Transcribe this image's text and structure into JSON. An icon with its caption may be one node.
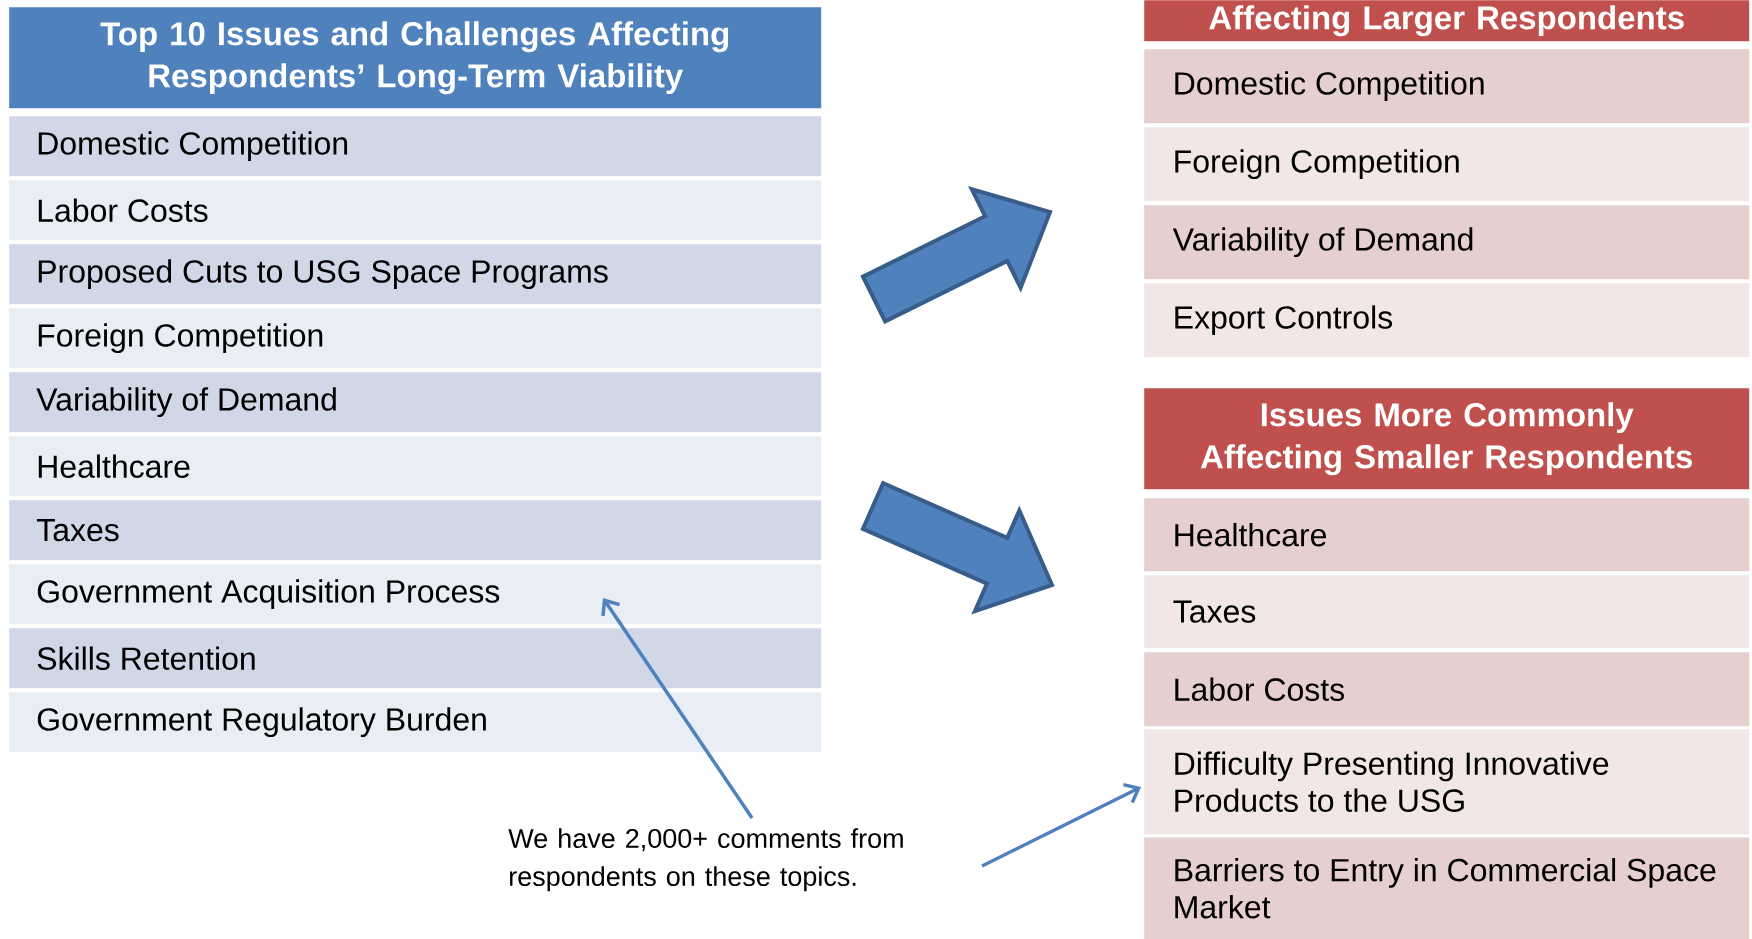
{
  "diagram": {
    "nodes": [
      {
        "text": [
          "Top 10 Issues and Challenges Affecting Respondents’ Long-Term Viability"
        ]
      },
      {
        "text": [
          "Domestic Competition"
        ]
      },
      {
        "text": [
          "Labor Costs"
        ]
      },
      {
        "text": [
          "Proposed Cuts to USG Space Programs"
        ]
      },
      {
        "text": [
          "Foreign Competition"
        ]
      },
      {
        "text": [
          "Variability of Demand"
        ]
      },
      {
        "text": [
          "Healthcare"
        ]
      },
      {
        "text": [
          "Taxes"
        ]
      },
      {
        "text": [
          "Government Acquisition Process"
        ]
      },
      {
        "text": [
          "Skills Retention"
        ]
      },
      {
        "text": [
          "Government Regulatory Burden"
        ]
      },
      {
        "text": [
          "Affecting Larger Respondents"
        ]
      },
      {
        "text": [
          "Domestic Competition"
        ]
      },
      {
        "text": [
          "Foreign Competition"
        ]
      },
      {
        "text": [
          "Variability of Demand"
        ]
      },
      {
        "text": [
          "Export Controls"
        ]
      },
      {
        "text": [
          "Issues More Commonly Affecting Smaller Respondents"
        ]
      },
      {
        "text": [
          "Healthcare"
        ]
      },
      {
        "text": [
          "Taxes"
        ]
      },
      {
        "text": [
          "Labor Costs"
        ]
      },
      {
        "text": [
          "Difficulty Presenting Innovative Products to the USG"
        ]
      },
      {
        "text": [
          "Barriers to Entry in Commercial Space Market"
        ]
      },
      {
        "text": [
          "We have 2,000+ comments from respondents on these topics."
        ]
      }
    ],
    "edges": [
      {
        "from": 4,
        "to": 13,
        "arrow": "to",
        "style": "thick"
      },
      {
        "from": 7,
        "to": 18,
        "arrow": "to",
        "style": "thick"
      },
      {
        "from": 22,
        "to": 8,
        "arrow": "to"
      },
      {
        "from": 22,
        "to": 20,
        "arrow": "to"
      }
    ]
  }
}
